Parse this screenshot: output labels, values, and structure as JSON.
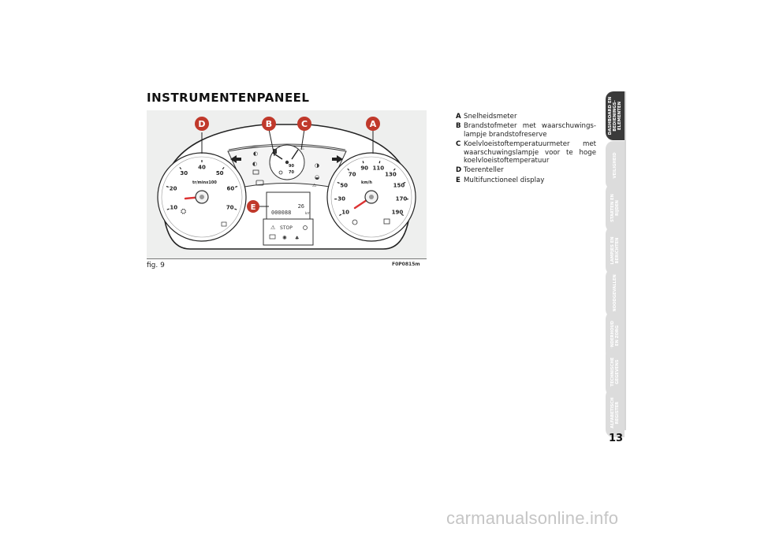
{
  "heading": "INSTRUMENTENPANEEL",
  "figure": {
    "label": "fig. 9",
    "code": "F0P0815m",
    "callouts": [
      "D",
      "B",
      "C",
      "A",
      "E"
    ],
    "tach_ticks": [
      "10",
      "20",
      "30",
      "40",
      "50",
      "60",
      "70"
    ],
    "tach_unit": "tr/minx100",
    "speed_ticks": [
      "10",
      "30",
      "50",
      "70",
      "90",
      "110",
      "130",
      "150",
      "170",
      "190"
    ],
    "speed_unit": "km/h",
    "temp_ticks": [
      "90",
      "70"
    ],
    "display": {
      "odometer": "000088",
      "odo_unit": "km",
      "clock": "26",
      "stop_text": "STOP"
    },
    "icons": [
      "turn-left-icon",
      "turn-right-icon",
      "headlight-icon",
      "parking-light-icon",
      "battery-icon",
      "fuel-pump-icon",
      "coolant-temp-icon",
      "fog-light-icon",
      "rear-fog-icon",
      "check-engine-icon",
      "oil-pressure-icon",
      "warning-triangle-icon",
      "abs-icon"
    ]
  },
  "legend": [
    {
      "key": "A",
      "text": "Snelheidsmeter"
    },
    {
      "key": "B",
      "text": "Brandstofmeter met waarschuwings-lampje brandstofreserve"
    },
    {
      "key": "C",
      "text": "Koelvloeistoftemperatuurmeter met waarschuwingslampje voor te hoge koelvloeistoftemperatuur"
    },
    {
      "key": "D",
      "text": "Toerenteller"
    },
    {
      "key": "E",
      "text": "Multifunctioneel display"
    }
  ],
  "side_tabs": [
    "DASHBOARD EN\nBEDIENINGS-\nELEMENTEN",
    "VEILIGHEID",
    "STARTEN EN\nRIJDEN",
    "LAMPJES EN\nBERICHTEN",
    "NOODGEVALLEN",
    "ONDERHOUD\nEN ZORG",
    "TECHNISCHE\nGEGEVENS",
    "ALFABETISCH\nREGISTER"
  ],
  "page_number": "13",
  "watermark": "carmanualsonline.info"
}
